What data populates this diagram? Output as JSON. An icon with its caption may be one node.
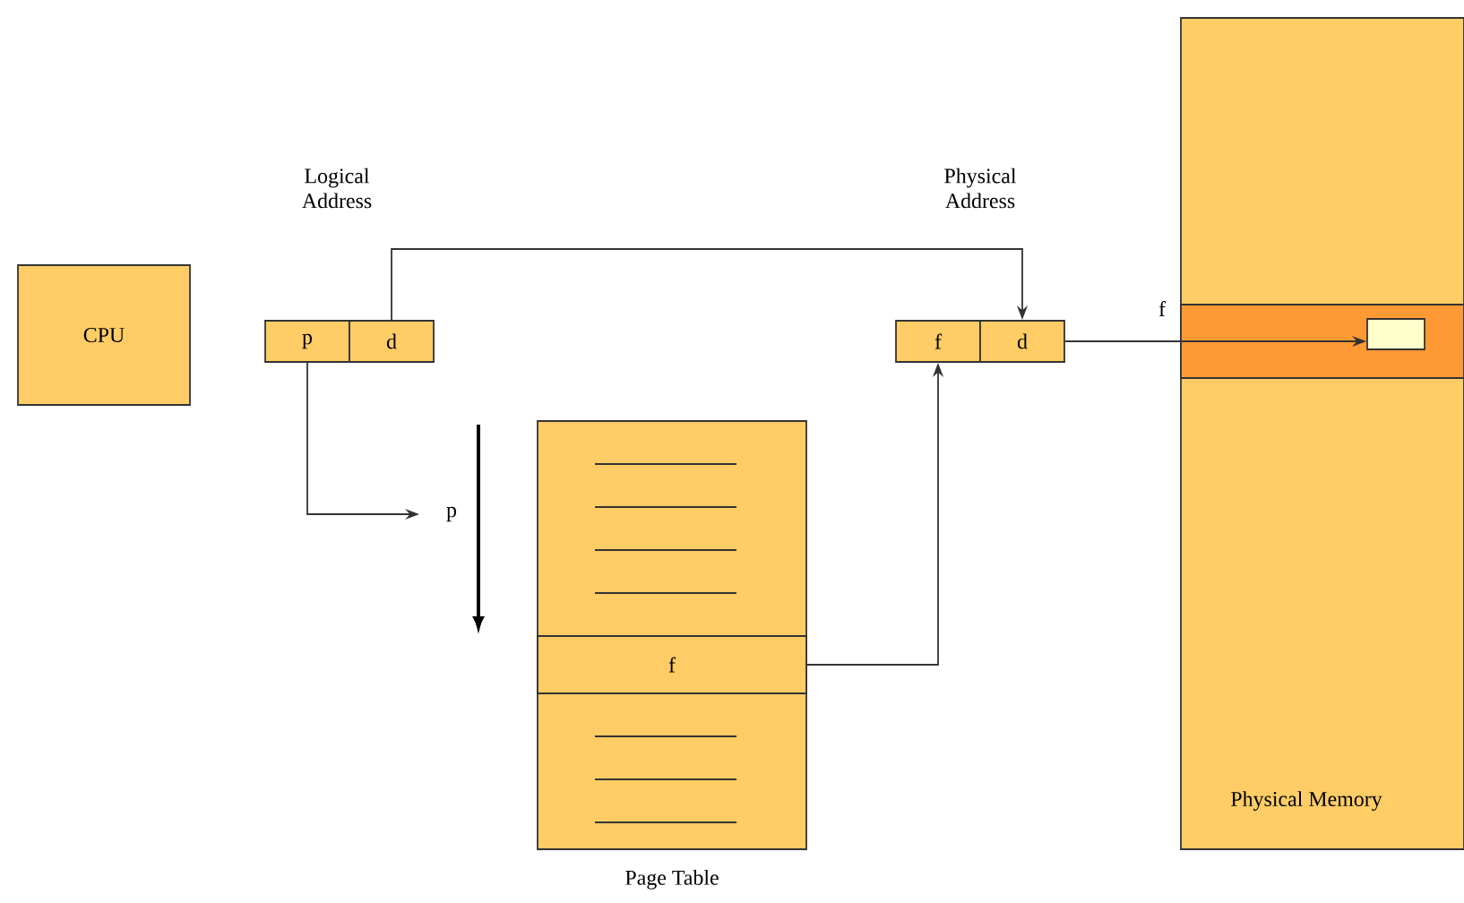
{
  "diagram": {
    "nodes": [
      {
        "text": [
          "CPU"
        ]
      },
      {
        "text": [
          "p"
        ]
      },
      {
        "text": [
          "d"
        ]
      },
      {
        "text": [
          "Page Table"
        ]
      },
      {
        "text": [
          "f"
        ],
        "in": 3
      },
      {
        "text": [
          "p"
        ]
      },
      {
        "text": [
          "f"
        ]
      },
      {
        "text": [
          "d"
        ]
      },
      {
        "text": [
          "Physical Memory"
        ]
      },
      {
        "text": [
          "f"
        ],
        "in": 8
      },
      {
        "text": [],
        "shape": "box",
        "in": 9
      }
    ],
    "edges": [
      {
        "from": 2,
        "to": 7,
        "arrow": "to"
      },
      {
        "from": 1,
        "to": 5,
        "arrow": "to"
      },
      {
        "from": 4,
        "to": 6,
        "arrow": "to"
      },
      {
        "from": 7,
        "to": 10,
        "arrow": "to"
      }
    ],
    "labels": [
      "Logical Address",
      "Physical Address"
    ]
  }
}
